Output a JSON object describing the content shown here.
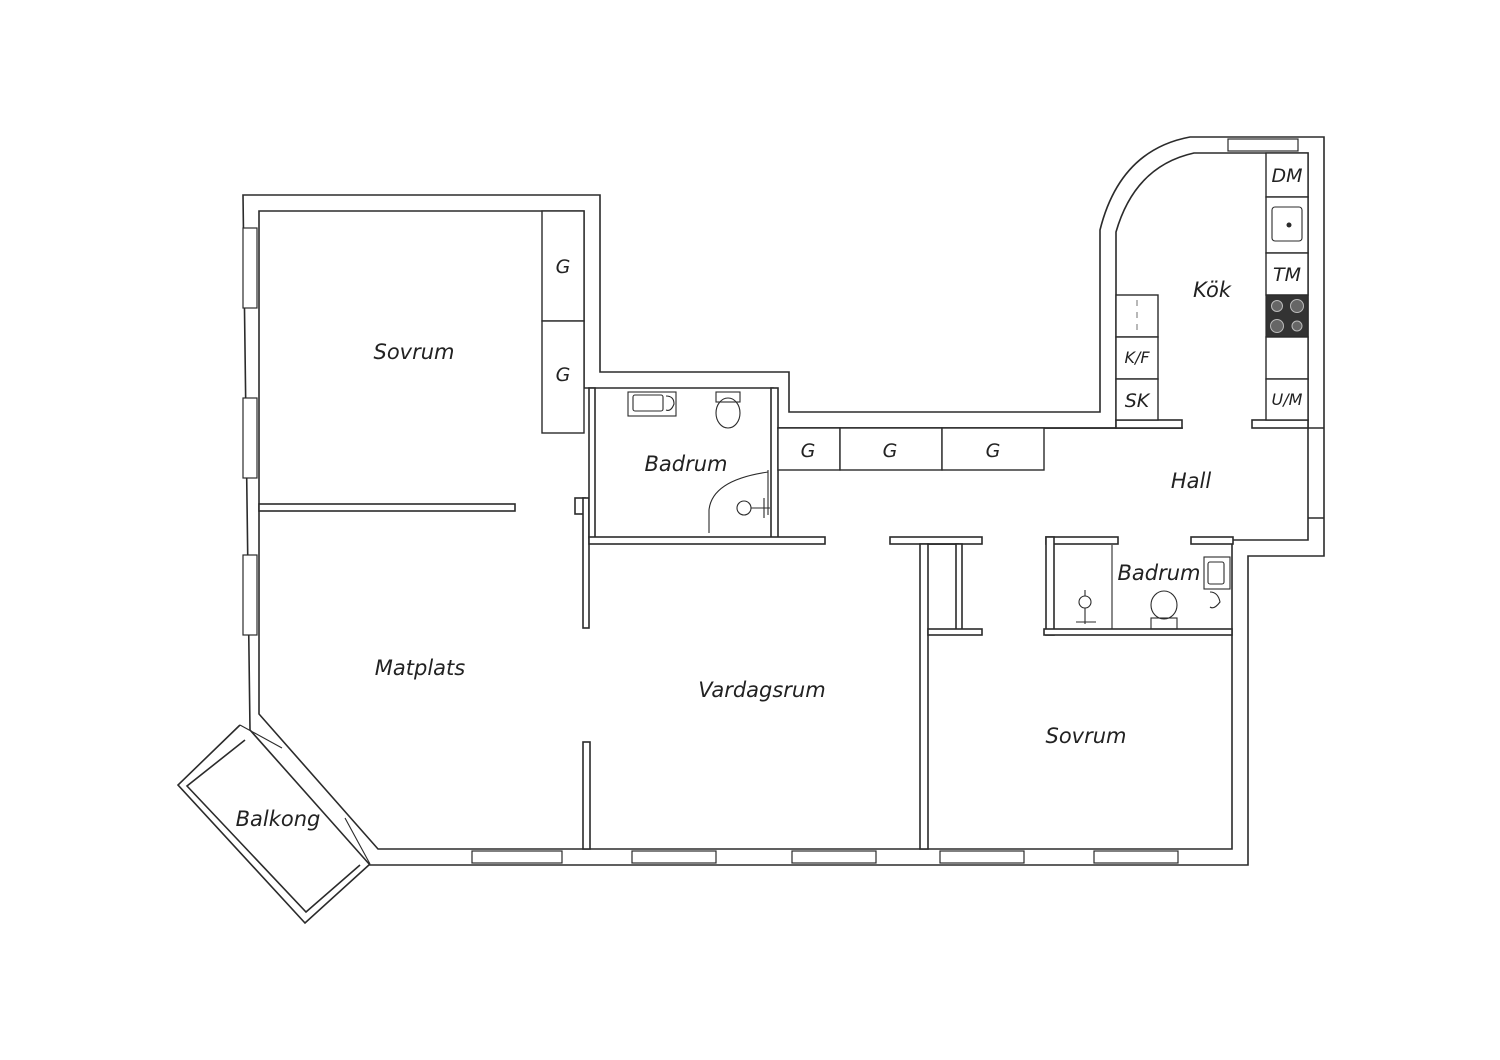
{
  "rooms": {
    "sovrum_1": "Sovrum",
    "matplats": "Matplats",
    "balkong": "Balkong",
    "badrum_1": "Badrum",
    "vardagsrum": "Vardagsrum",
    "kok": "Kök",
    "hall": "Hall",
    "badrum_2": "Badrum",
    "sovrum_2": "Sovrum"
  },
  "fixtures": {
    "closet_label": "G",
    "dishwasher": "DM",
    "dryer": "TM",
    "fridge_freezer": "K/F",
    "cabinet": "SK",
    "oven_microwave": "U/M"
  }
}
